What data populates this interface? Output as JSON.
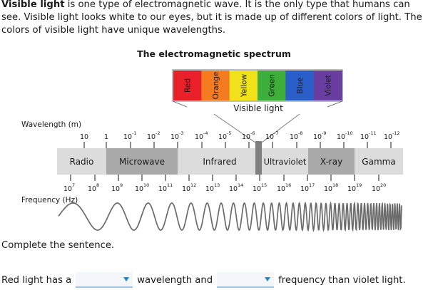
{
  "intro": {
    "term": "Visible light",
    "text": " is one type of electromagnetic wave. It is the only type that humans can see. Visible light looks white to our eyes, but it is made up of different colors of light. The colors of visible light have unique wavelengths."
  },
  "figure": {
    "title": "The electromagnetic spectrum",
    "visible_label": "Visible light",
    "visible_colors": [
      {
        "name": "Red",
        "color": "#e8202a"
      },
      {
        "name": "Orange",
        "color": "#f47b20"
      },
      {
        "name": "Yellow",
        "color": "#f2e21c"
      },
      {
        "name": "Green",
        "color": "#3dae3a"
      },
      {
        "name": "Blue",
        "color": "#2a5fc9"
      },
      {
        "name": "Violet",
        "color": "#6a3ea1"
      }
    ],
    "wavelength_label": "Wavelength (m)",
    "wavelength_ticks": [
      {
        "base": "10",
        "exp": ""
      },
      {
        "base": "1",
        "exp": ""
      },
      {
        "base": "10",
        "exp": "-1"
      },
      {
        "base": "10",
        "exp": "-2"
      },
      {
        "base": "10",
        "exp": "-3"
      },
      {
        "base": "10",
        "exp": "-4"
      },
      {
        "base": "10",
        "exp": "-5"
      },
      {
        "base": "10",
        "exp": "-6"
      },
      {
        "base": "10",
        "exp": "-7"
      },
      {
        "base": "10",
        "exp": "-8"
      },
      {
        "base": "10",
        "exp": "-9"
      },
      {
        "base": "10",
        "exp": "-10"
      },
      {
        "base": "10",
        "exp": "-11"
      },
      {
        "base": "10",
        "exp": "-12"
      }
    ],
    "bands": [
      {
        "name": "Radio",
        "fill": "#dcdcdc"
      },
      {
        "name": "Microwave",
        "fill": "#a9a9a9"
      },
      {
        "name": "Infrared",
        "fill": "#dcdcdc"
      },
      {
        "name": "Ultraviolet",
        "fill": "#dcdcdc"
      },
      {
        "name": "X-ray",
        "fill": "#a9a9a9"
      },
      {
        "name": "Gamma",
        "fill": "#dcdcdc"
      }
    ],
    "frequency_label": "Frequency (Hz)",
    "frequency_ticks": [
      {
        "base": "10",
        "exp": "7"
      },
      {
        "base": "10",
        "exp": "8"
      },
      {
        "base": "10",
        "exp": "9"
      },
      {
        "base": "10",
        "exp": "10"
      },
      {
        "base": "10",
        "exp": "11"
      },
      {
        "base": "10",
        "exp": "12"
      },
      {
        "base": "10",
        "exp": "13"
      },
      {
        "base": "10",
        "exp": "14"
      },
      {
        "base": "10",
        "exp": "15"
      },
      {
        "base": "10",
        "exp": "16"
      },
      {
        "base": "10",
        "exp": "17"
      },
      {
        "base": "10",
        "exp": "18"
      },
      {
        "base": "10",
        "exp": "19"
      },
      {
        "base": "10",
        "exp": "20"
      }
    ]
  },
  "question": {
    "prompt": "Complete the sentence.",
    "part1": "Red light has a",
    "part2": "wavelength and",
    "part3": "frequency than violet light.",
    "dropdown1_value": "",
    "dropdown2_value": ""
  }
}
